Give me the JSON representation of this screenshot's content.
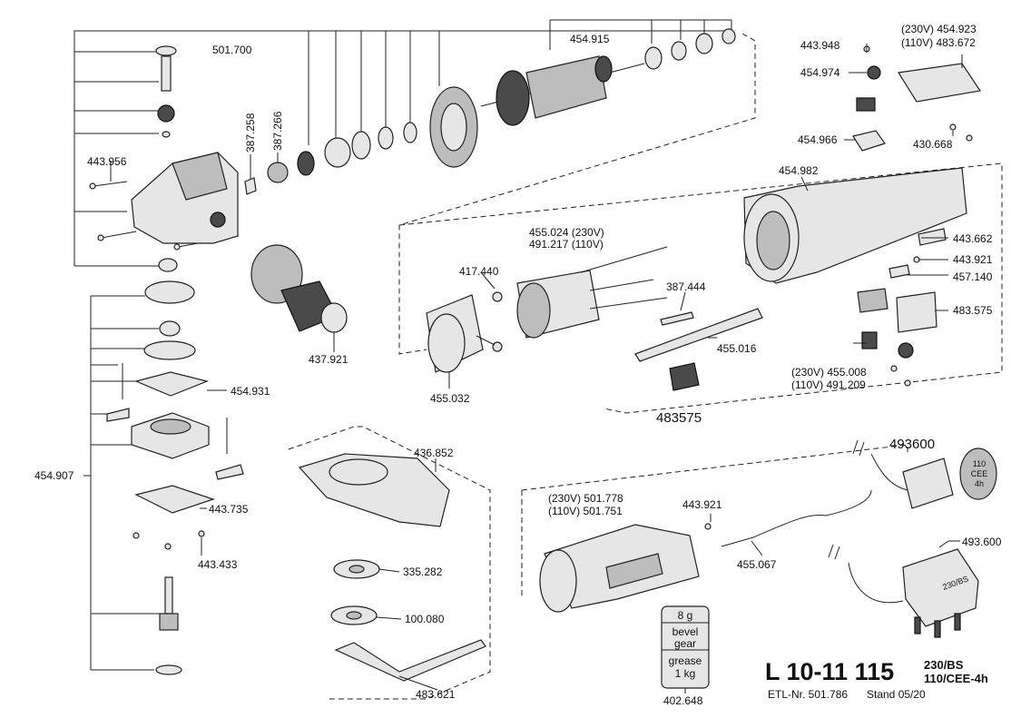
{
  "labels": {
    "p501700": "501.700",
    "p454915": "454.915",
    "p443948": "443.948",
    "p454974": "454.974",
    "p454923": "(230V) 454.923",
    "p483672": "(110V) 483.672",
    "p454966": "454.966",
    "p430668": "430.668",
    "p443956": "443.956",
    "p387258": "387.258",
    "p387266": "387.266",
    "p454982": "454.982",
    "p455024": "455.024 (230V)",
    "p491217": "491.217 (110V)",
    "p417440": "417.440",
    "p443662": "443.662",
    "p443921a": "443.921",
    "p457140": "457.140",
    "p387444": "387.444",
    "p483575a": "483.575",
    "p455016": "455.016",
    "p437921": "437.921",
    "p455032": "455.032",
    "p454931": "454.931",
    "p455008": "(230V) 455.008",
    "p491209": "(110V) 491.209",
    "p483575b": "483575",
    "p493600a": "493600",
    "p436852": "436.852",
    "p454907": "454.907",
    "p443735": "443.735",
    "p443433": "443.433",
    "p335282": "335.282",
    "p100080": "100.080",
    "p483621": "483.621",
    "p501778": "(230V) 501.778",
    "p501751": "(110V) 501.751",
    "p443921b": "443.921",
    "p455067": "455.067",
    "p493600b": "493.600",
    "p402648": "402.648"
  },
  "grease": {
    "amount": "8 g",
    "line1": "bevel",
    "line2": "gear",
    "line3": "grease",
    "line4": "1 kg"
  },
  "plugs": {
    "cee_line1": "110",
    "cee_line2": "CEE",
    "cee_line3": "4h",
    "bs_label": "230/BS"
  },
  "title": {
    "model": "L 10-11 115",
    "variant1": "230/BS",
    "variant2": "110/CEE-4h",
    "etl": "ETL-Nr. 501.786",
    "stand": "Stand 05/20"
  }
}
